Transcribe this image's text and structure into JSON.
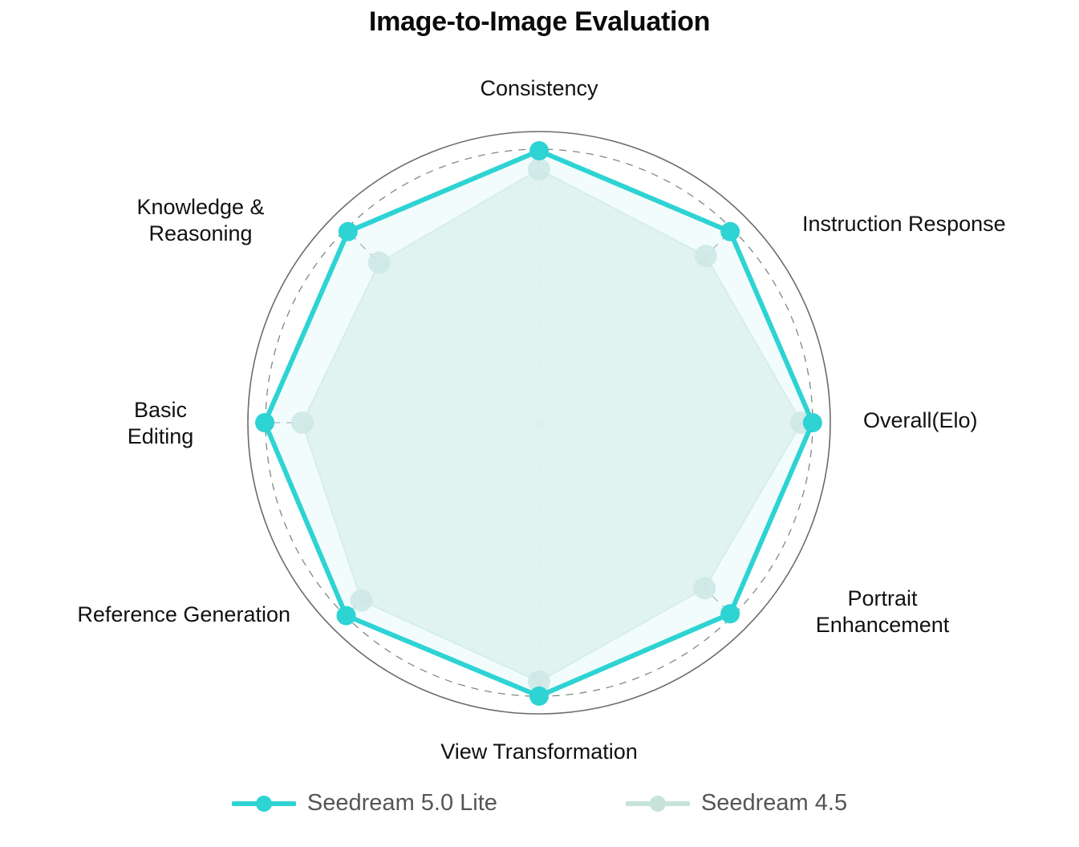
{
  "title": "Image-to-Image Evaluation",
  "legend": {
    "position": "bottom",
    "items": [
      {
        "label": "Seedream 5.0 Lite",
        "color": "#2ED3D3"
      },
      {
        "label": "Seedream 4.5",
        "color": "#BFDFD8"
      }
    ]
  },
  "axis_labels": {
    "consistency": "Consistency",
    "instruction_response": "Instruction Response",
    "overall_elo": "Overall(Elo)",
    "portrait_enhancement": "Portrait\nEnhancement",
    "view_transformation": "View Transformation",
    "reference_generation": "Reference Generation",
    "basic_editing": "Basic\nEditing",
    "knowledge_reasoning": "Knowledge &\nReasoning"
  },
  "chart_data": {
    "type": "radar",
    "title": "Image-to-Image Evaluation",
    "categories": [
      "Consistency",
      "Instruction Response",
      "Overall(Elo)",
      "Portrait Enhancement",
      "View Transformation",
      "Reference Generation",
      "Basic Editing",
      "Knowledge & Reasoning"
    ],
    "series": [
      {
        "name": "Seedream 5.0 Lite",
        "color": "#2ED3D3",
        "fill": "#E8FAFA",
        "values": [
          93.4,
          92.8,
          93.9,
          92.8,
          93.9,
          93.7,
          94.2,
          92.8
        ]
      },
      {
        "name": "Seedream 4.5",
        "color": "#BFDFD8",
        "fill": "#D7E9E4",
        "values": [
          87.0,
          81.0,
          90.1,
          80.4,
          88.9,
          86.3,
          81.3,
          77.7
        ]
      }
    ],
    "rlim": [
      0,
      100
    ],
    "grid": true,
    "grid_rings": [
      22.6,
      46.8,
      70.5,
      93.9
    ],
    "tick_labels_visible": false,
    "legend_position": "bottom"
  }
}
